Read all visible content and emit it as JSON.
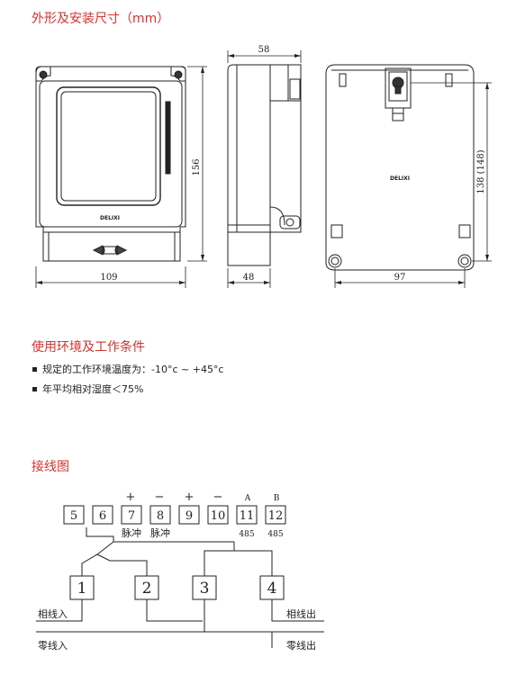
{
  "sections": {
    "dimensions_title": "外形及安装尺寸（mm）",
    "environment_title": "使用环境及工作条件",
    "wiring_title": "接线图"
  },
  "dimensions": {
    "front_width": "109",
    "front_height": "156",
    "side_depth_top": "58",
    "side_depth_bottom": "48",
    "back_height": "138 (148)",
    "back_width": "97",
    "brand": "DELIXI"
  },
  "conditions": [
    "规定的工作环境温度为：-10°c ~ +45°c",
    "年平均相对湿度＜75%"
  ],
  "wiring": {
    "top_terminals": [
      "5",
      "6",
      "7",
      "8",
      "9",
      "10",
      "11",
      "12"
    ],
    "polarity": {
      "t7": "+",
      "t8": "−",
      "t9": "+",
      "t10": "−",
      "t11": "A",
      "t12": "B"
    },
    "pulse_label_7": "脉冲",
    "pulse_label_8": "脉冲",
    "rs485_label_11": "485",
    "rs485_label_12": "485",
    "bottom_terminals": [
      "1",
      "2",
      "3",
      "4"
    ],
    "phase_in": "相线入",
    "phase_out": "相线出",
    "neutral_in": "零线入",
    "neutral_out": "零线出"
  }
}
